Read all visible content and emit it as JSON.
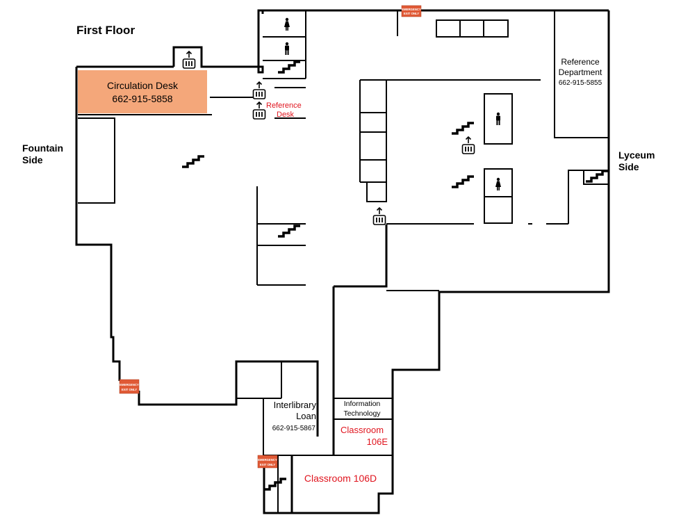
{
  "floor_title": "First Floor",
  "sides": {
    "fountain_line1": "Fountain",
    "fountain_line2": "Side",
    "lyceum_line1": "Lyceum",
    "lyceum_line2": "Side"
  },
  "rooms": {
    "circulation_desk": {
      "name": "Circulation Desk",
      "phone": "662-915-5858"
    },
    "reference_desk": {
      "line1": "Reference",
      "line2": "Desk"
    },
    "reference_department": {
      "line1": "Reference",
      "line2": "Department",
      "phone": "662-915-5855"
    },
    "interlibrary_loan": {
      "line1": "Interlibrary",
      "line2": "Loan",
      "phone": "662-915-5867"
    },
    "information_technology": {
      "line1": "Information",
      "line2": "Technology"
    },
    "classroom_106e": {
      "line1": "Classroom",
      "line2": "106E"
    },
    "classroom_106d": {
      "name": "Classroom 106D"
    }
  },
  "emergency_exit": {
    "line1": "EMERGENCY",
    "line2": "EXIT ONLY"
  },
  "icons": [
    "elevator-icon",
    "restroom-women-icon",
    "restroom-men-icon",
    "stairs-icon",
    "emergency-exit-sign"
  ],
  "colors": {
    "circulation_highlight": "#f4a77a",
    "reference_red": "#e0141e",
    "classroom_red": "#e0141e",
    "exit_sign": "#e05a36"
  }
}
